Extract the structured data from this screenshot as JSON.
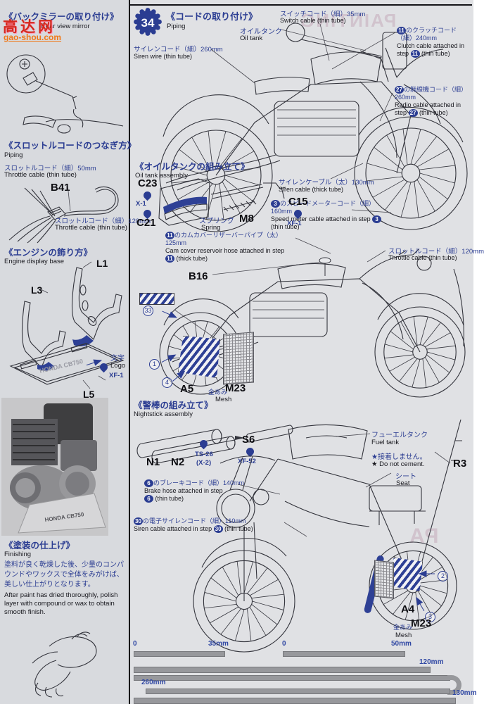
{
  "watermark": {
    "site_cn": "高达网",
    "site_url": "gao-shou.com"
  },
  "bleed": {
    "top": "PAINTING",
    "mid": "PA"
  },
  "sections": {
    "mirror": {
      "title_jp": "《バックミラーの取り付け》",
      "title_en": "Rear view mirror"
    },
    "throttle_join": {
      "title_jp": "《スロットルコードのつなぎ方》",
      "title_en": "Piping",
      "cable50_jp": "スロットルコード（細）50mm",
      "cable50_en": "Throttle cable (thin tube)",
      "part_b41": "B41",
      "cable120_jp": "スロットルコード（細）120mm",
      "cable120_en": "Throttle cable (thin tube)"
    },
    "engine_display": {
      "title_jp": "《エンジンの飾り方》",
      "title_en": "Engine display base",
      "part_l1": "L1",
      "part_l3": "L3",
      "part_l5": "L5",
      "logo_jp": "文字",
      "logo_en": "Logo",
      "logo_paint": "XF-1",
      "base_text": "HONDA CB750"
    },
    "finishing": {
      "title_jp": "《塗装の仕上げ》",
      "title_en": "Finishing",
      "body_jp": "塗料が良く乾燥した後、少量のコンパウンドやワックスで全体をみがけば、美しい仕上がりとなります。",
      "body_en": "After paint has dried thoroughly, polish layer with compound or wax to obtain smooth finish."
    },
    "oil_tank_asm": {
      "title_jp": "《オイルタンクの組み立て》",
      "title_en": "Oil tank assembly",
      "part_c23": "C23",
      "paint_x1": "X-1",
      "part_c21": "C21",
      "spring_jp": "スプリング",
      "part_m8": "M8",
      "spring_en": "Spring",
      "part_c15": "C15",
      "paint_xf1": "XF-1"
    },
    "nightstick": {
      "title_jp": "《警棒の組み立て》",
      "title_en": "Nightstick assembly",
      "part_n1": "N1",
      "part_n2": "N2",
      "paint_ts26": "TS-26",
      "paint_ts26b": "(X-2)",
      "part_s6": "S6",
      "paint_xf52": "XF-52"
    }
  },
  "step34": {
    "number": "34",
    "title_jp": "《コードの取り付け》",
    "title_en": "Piping"
  },
  "labels": {
    "switch": {
      "jp": "スイッチコード（細）35mm",
      "en": "Switch cable (thin tube)"
    },
    "clutch": {
      "step": "11",
      "jp": "のクラッチコード（細）240mm",
      "en1": "Clutch cable attached in step",
      "en2": "(thin tube)"
    },
    "oiltank": {
      "jp": "オイルタンク",
      "en": "Oil tank"
    },
    "siren_wire": {
      "jp": "サイレンコード（細）260mm",
      "en": "Siren wire (thin tube)"
    },
    "radio": {
      "step": "27",
      "jp": "の無線機コード（細）260mm",
      "en1": "Radio cable attached in",
      "en2": "step",
      "en3": "(thin tube)"
    },
    "siren_cable": {
      "jp": "サイレンケーブル（太）130mm",
      "en": "Siren cable (thick tube)"
    },
    "speedmeter": {
      "step": "3",
      "jp": "のスピードメーターコード（細）160mm",
      "en1": "Speed meter cable attached in step",
      "en2": "(thin tube)"
    },
    "camcover": {
      "step": "11",
      "jp": "のカムカバーリザーバーパイプ（太）125mm",
      "en1": "Cam cover reservoir hose attached in step",
      "en2": "(thick tube)"
    },
    "part_b16": "B16",
    "decal33": "33",
    "num1": "1",
    "num4": "4",
    "part_a5": "A5",
    "mesh_jp": "金あみ",
    "part_m23": "M23",
    "mesh_en": "Mesh",
    "throttle120": {
      "jp": "スロットルコード（細）120mm",
      "en": "Throttle cable (thin tube)"
    },
    "fueltank": {
      "jp": "フューエルタンク",
      "en": "Fuel tank"
    },
    "nocement": {
      "jp": "★接着しません。",
      "en": "★ Do not cement."
    },
    "seat": {
      "jp": "シート",
      "en": "Seat"
    },
    "part_r3": "R3",
    "brake": {
      "step": "6",
      "jp": "のブレーキコード（細）140mm",
      "en1": "Brake hose attached in step",
      "en2": "(thin tube)"
    },
    "siren_elec": {
      "step": "30",
      "jp": "の電子サイレンコード（細）110mm",
      "en1": "Siren cable attached in step",
      "en2": "(thin tube)"
    },
    "part_a4": "A4",
    "num2": "2",
    "num3": "3",
    "mesh2_jp": "金あみ",
    "part2_m23": "M23",
    "mesh2_en": "Mesh"
  },
  "rulers": {
    "r1_0": "0",
    "r1_end": "35mm",
    "r2_0": "0",
    "r2_end": "50mm",
    "r3": "120mm",
    "r4": "260mm",
    "r5": "130mm"
  }
}
